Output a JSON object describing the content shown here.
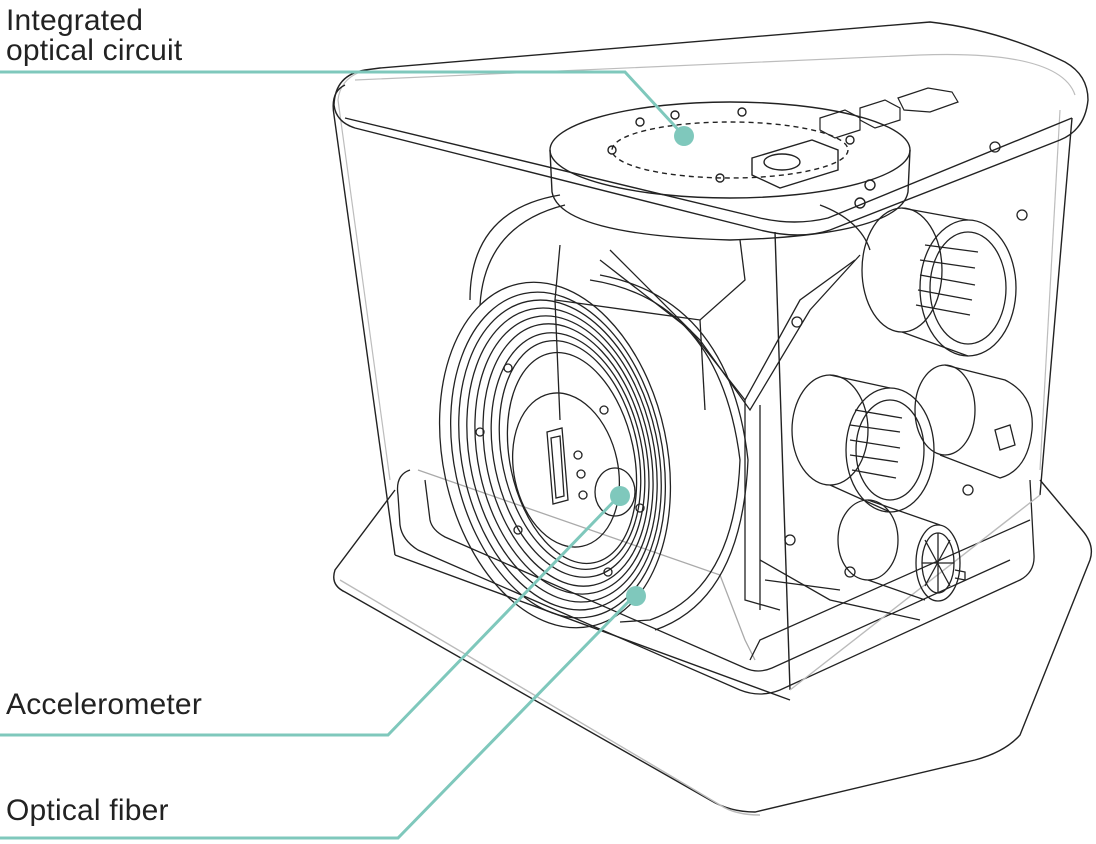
{
  "labels": {
    "integrated_optical_circuit_line1": "Integrated",
    "integrated_optical_circuit_line2": "optical circuit",
    "accelerometer": "Accelerometer",
    "optical_fiber": "Optical fiber"
  },
  "colors": {
    "callout": "#7fc8bc",
    "outline": "#222222",
    "ghost": "#b8b8b8",
    "text": "#222222"
  }
}
